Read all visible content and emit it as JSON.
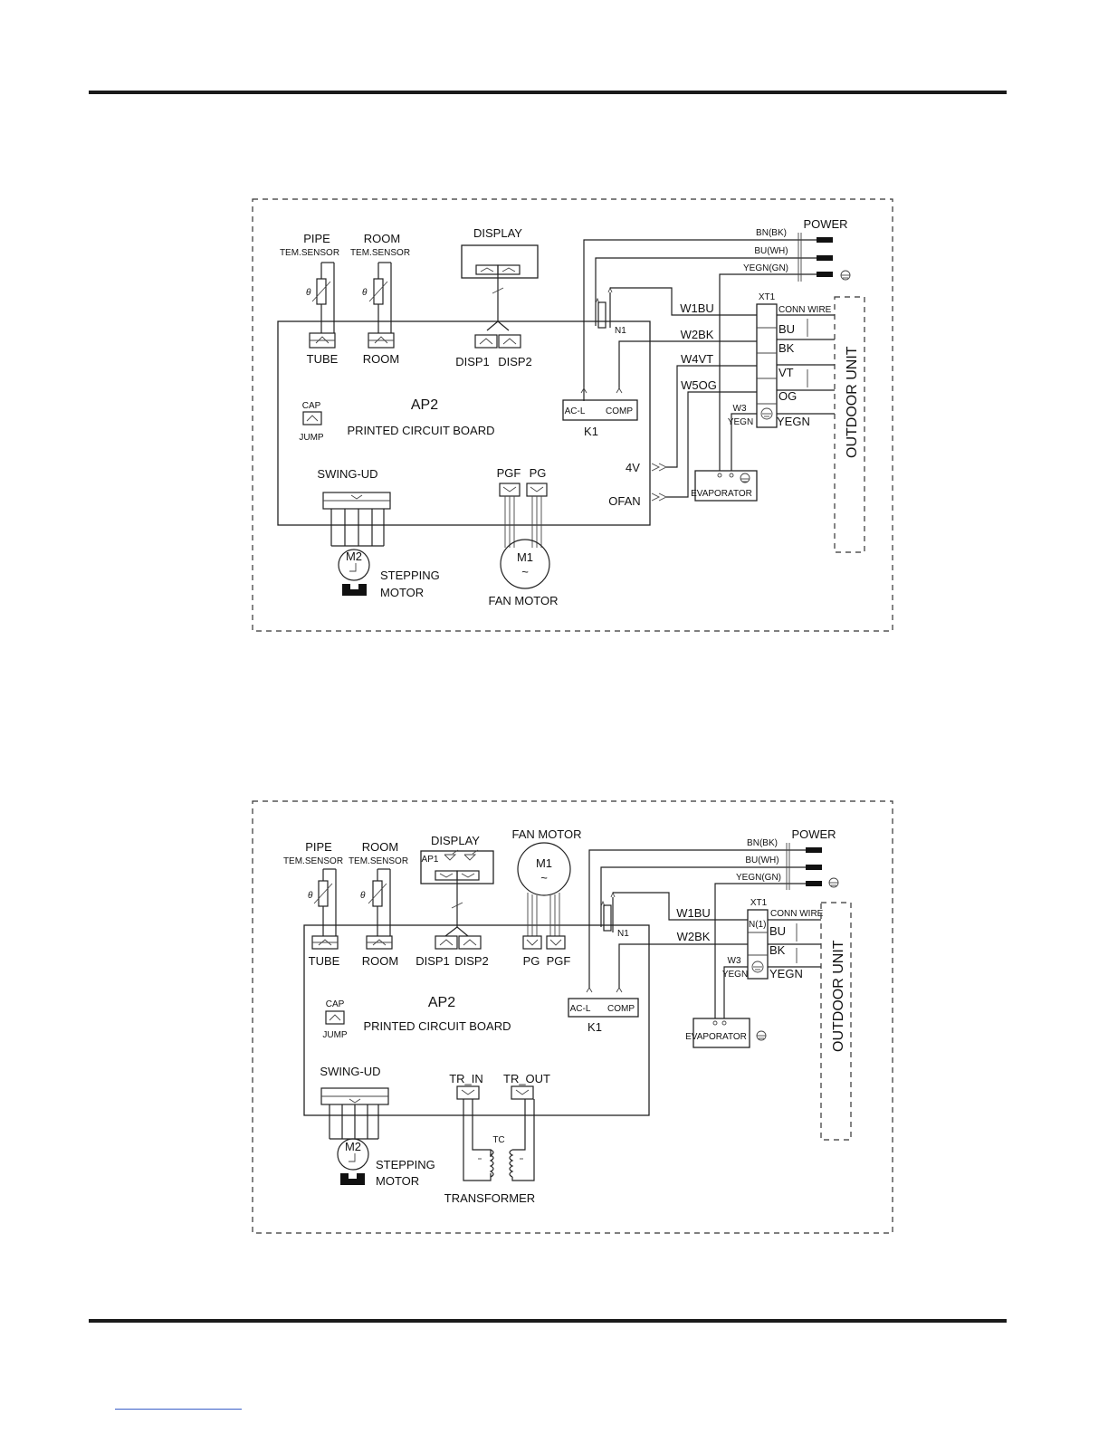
{
  "diagram1": {
    "pipe_sensor": {
      "name": "PIPE",
      "sub": "TEM.SENSOR"
    },
    "room_sensor": {
      "name": "ROOM",
      "sub": "TEM.SENSOR"
    },
    "theta": "θ",
    "display": "DISPLAY",
    "tube": "TUBE",
    "room": "ROOM",
    "disp1": "DISP1",
    "disp2": "DISP2",
    "cap": "CAP",
    "jump": "JUMP",
    "ap2": "AP2",
    "pcb": "PRINTED CIRCUIT BOARD",
    "acl": "AC-L",
    "comp": "COMP",
    "k1": "K1",
    "n1": "N1",
    "swing": "SWING-UD",
    "pgf": "PGF",
    "pg": "PG",
    "v4": "4V",
    "ofan": "OFAN",
    "m2": "M2",
    "stepping": "STEPPING",
    "motor": "MOTOR",
    "m1": "M1",
    "tilde": "~",
    "fan_motor": "FAN MOTOR",
    "bn": "BN(BK)",
    "bu_wh": "BU(WH)",
    "yegn_gn": "YEGN(GN)",
    "power": "POWER",
    "xt1": "XT1",
    "conn_wire": "CONN WIRE",
    "w1bu": "W1BU",
    "w2bk": "W2BK",
    "w4vt": "W4VT",
    "w5og": "W5OG",
    "w3": "W3",
    "yegn": "YEGN",
    "bu": "BU",
    "bk": "BK",
    "vt": "VT",
    "og": "OG",
    "yegn_t": "YEGN",
    "evaporator": "EVAPORATOR",
    "outdoor": "OUTDOOR UNIT"
  },
  "diagram2": {
    "pipe_sensor": {
      "name": "PIPE",
      "sub": "TEM.SENSOR"
    },
    "room_sensor": {
      "name": "ROOM",
      "sub": "TEM.SENSOR"
    },
    "theta": "θ",
    "display": "DISPLAY",
    "ap1": "AP1",
    "fan_motor": "FAN MOTOR",
    "m1": "M1",
    "tilde": "~",
    "tube": "TUBE",
    "room": "ROOM",
    "disp1": "DISP1",
    "disp2": "DISP2",
    "pg": "PG",
    "pgf": "PGF",
    "n1": "N1",
    "cap": "CAP",
    "jump": "JUMP",
    "ap2": "AP2",
    "pcb": "PRINTED CIRCUIT BOARD",
    "acl": "AC-L",
    "comp": "COMP",
    "k1": "K1",
    "swing": "SWING-UD",
    "tr_in": "TR_IN",
    "tr_out": "TR_OUT",
    "tc": "TC",
    "transformer": "TRANSFORMER",
    "m2": "M2",
    "stepping": "STEPPING",
    "motor": "MOTOR",
    "bn": "BN(BK)",
    "bu_wh": "BU(WH)",
    "yegn_gn": "YEGN(GN)",
    "power": "POWER",
    "xt1": "XT1",
    "conn_wire": "CONN WIRE",
    "n1_term": "N(1)",
    "w1bu": "W1BU",
    "w2bk": "W2BK",
    "w3": "W3",
    "yegn": "YEGN",
    "bu": "BU",
    "bk": "BK",
    "yegn_t": "YEGN",
    "evaporator": "EVAPORATOR",
    "outdoor": "OUTDOOR UNIT"
  }
}
